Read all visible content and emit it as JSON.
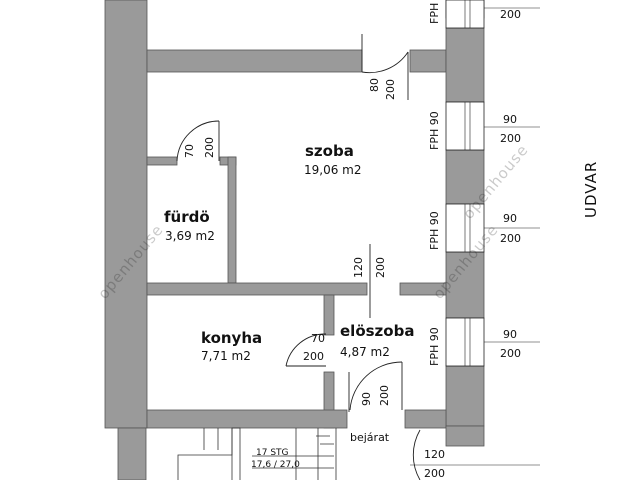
{
  "rooms": {
    "szoba": {
      "name": "szoba",
      "area": "19,06 m2"
    },
    "furdo": {
      "name": "fürdö",
      "area": "3,69 m2"
    },
    "konyha": {
      "name": "konyha",
      "area": "7,71 m2"
    },
    "eloszoba": {
      "name": "elöszoba",
      "area": "4,87 m2"
    }
  },
  "labels": {
    "udvar": "UDVAR",
    "bejarat": "bejárat",
    "stairs_line1": "17 STG",
    "stairs_line2": "17,6 / 27,0",
    "watermark": "openhouse"
  },
  "door_dims": {
    "szoba_door_w": "80",
    "szoba_door_h": "200",
    "furdo_door_w": "70",
    "furdo_door_h": "200",
    "opening_w": "120",
    "opening_h": "200",
    "konyha_door_w": "70",
    "konyha_door_h": "200",
    "entry_door_w": "90",
    "entry_door_h": "200",
    "bottom_w": "120",
    "bottom_h": "200"
  },
  "windows": {
    "fph_label": "FPH 90",
    "fph_top_label": "FPH",
    "w_top": "200",
    "w1_w": "90",
    "w1_h": "200",
    "w2_w": "90",
    "w2_h": "200",
    "w3_w": "90",
    "w3_h": "200"
  },
  "colors": {
    "wall": "#9a9a9a",
    "wall_stroke": "#555555",
    "line": "#222222"
  }
}
